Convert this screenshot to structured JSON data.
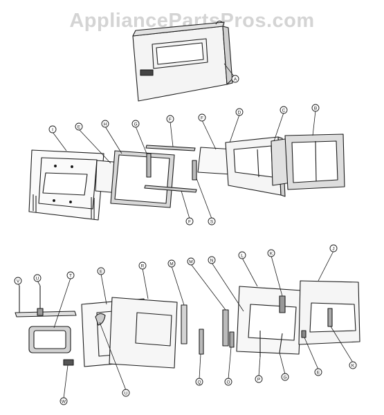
{
  "watermark": "AppliancePartsPros.com",
  "callouts": {
    "top": [
      "A"
    ],
    "middle": [
      "I",
      "E",
      "H",
      "G",
      "F",
      "F",
      "D",
      "C",
      "B",
      "F",
      "S"
    ],
    "bottom": [
      "V",
      "U",
      "T",
      "W",
      "E",
      "R",
      "M",
      "M",
      "N",
      "L",
      "K",
      "J",
      "Q",
      "O",
      "P",
      "G",
      "E",
      "K",
      "U"
    ]
  }
}
